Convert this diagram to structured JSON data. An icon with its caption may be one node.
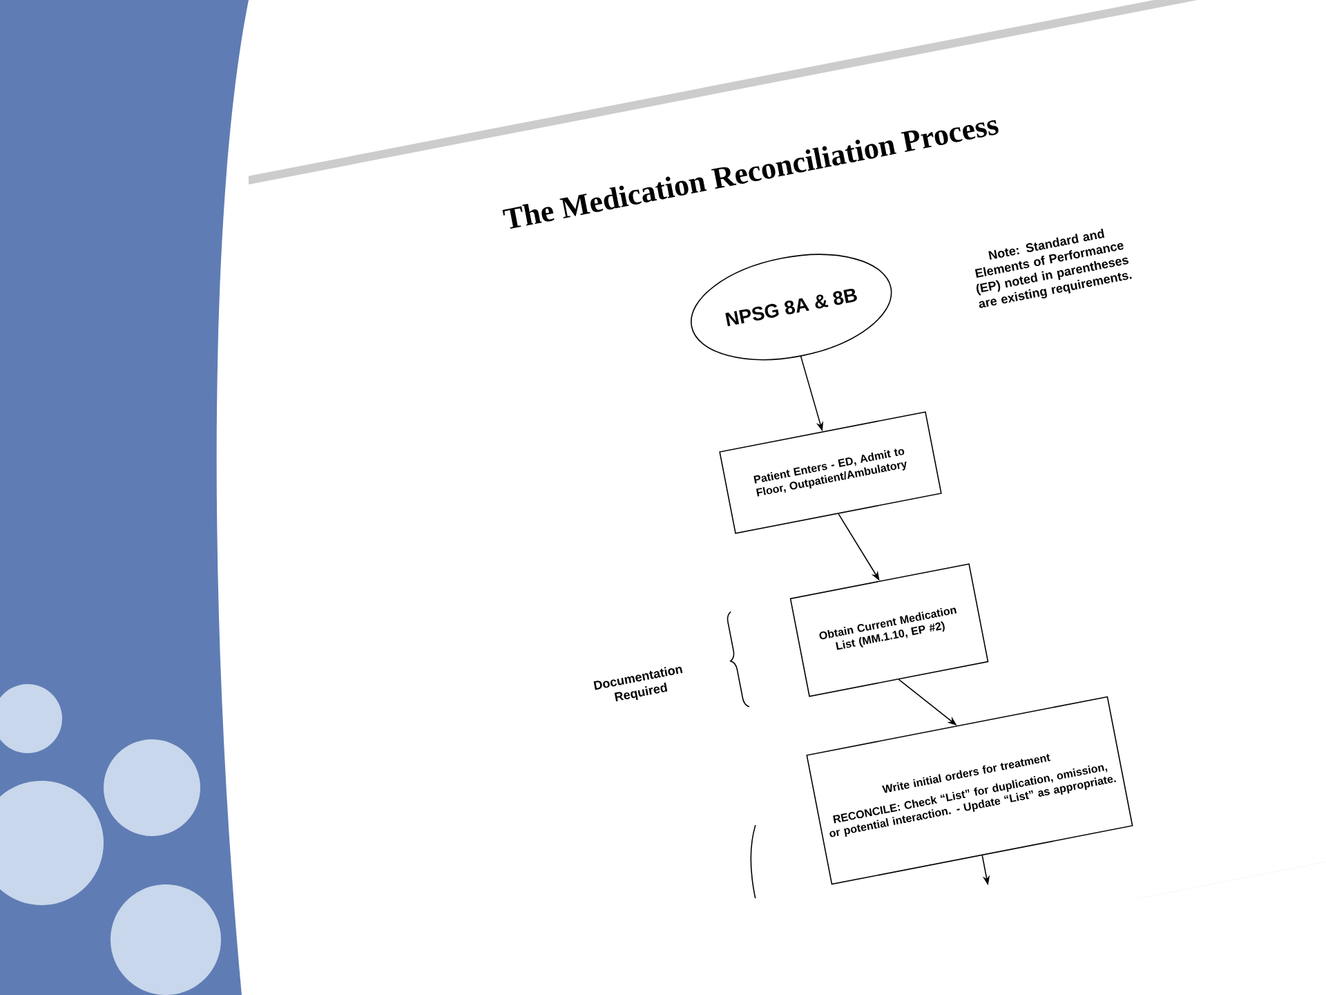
{
  "diagram": {
    "title": "The Medication Reconciliation Process",
    "nodes": [
      {
        "text": [
          "NPSG 8A & 8B"
        ]
      },
      {
        "text": [
          "Patient Enters - ED, Admit to Floor, Outpatient/Ambulatory"
        ]
      },
      {
        "text": [
          "Obtain Current Medication List (MM.1.10, EP #2)"
        ]
      },
      {
        "text": [
          "Write initial orders for treatment",
          "RECONCILE: Check “List”  for duplication, omission, or potential interaction. - Update “List” as appropriate."
        ]
      }
    ],
    "edges": [
      {
        "from": 0,
        "to": 1,
        "arrow": "to"
      },
      {
        "from": 1,
        "to": 2,
        "arrow": "to"
      },
      {
        "from": 2,
        "to": 3,
        "arrow": "to"
      },
      {
        "from": 3,
        "to": null,
        "arrow": "to"
      }
    ],
    "labels": [
      "Note:  Standard and Elements of Performance (EP) noted in parentheses are existing requirements.",
      "Documentation Required"
    ]
  }
}
